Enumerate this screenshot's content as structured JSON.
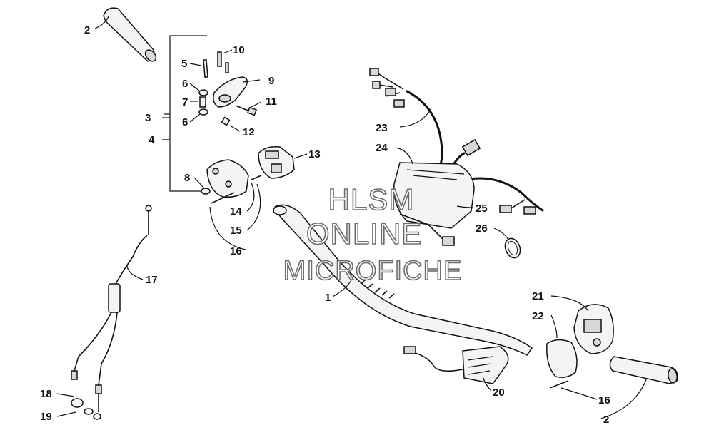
{
  "watermark": {
    "line1": "HLSM",
    "line2": "ONLINE",
    "line3": "MICROFICHE"
  },
  "callouts": {
    "c1": "1",
    "c2a": "2",
    "c2b": "2",
    "c3": "3",
    "c4": "4",
    "c5": "5",
    "c6a": "6",
    "c6b": "6",
    "c7": "7",
    "c8": "8",
    "c9": "9",
    "c10": "10",
    "c11": "11",
    "c12": "12",
    "c13": "13",
    "c14": "14",
    "c15": "15",
    "c16a": "16",
    "c16b": "16",
    "c17": "17",
    "c18": "18",
    "c19": "19",
    "c20": "20",
    "c21": "21",
    "c22": "22",
    "c23": "23",
    "c24": "24",
    "c25": "25",
    "c26": "26"
  },
  "icons": {
    "handlebar": "handlebar-icon",
    "grip": "grip-icon",
    "throttle": "throttle-lever-icon",
    "switch": "switch-housing-icon",
    "harness": "wiring-harness-icon",
    "pad": "handlebar-pad-icon",
    "cable": "throttle-cable-icon"
  }
}
